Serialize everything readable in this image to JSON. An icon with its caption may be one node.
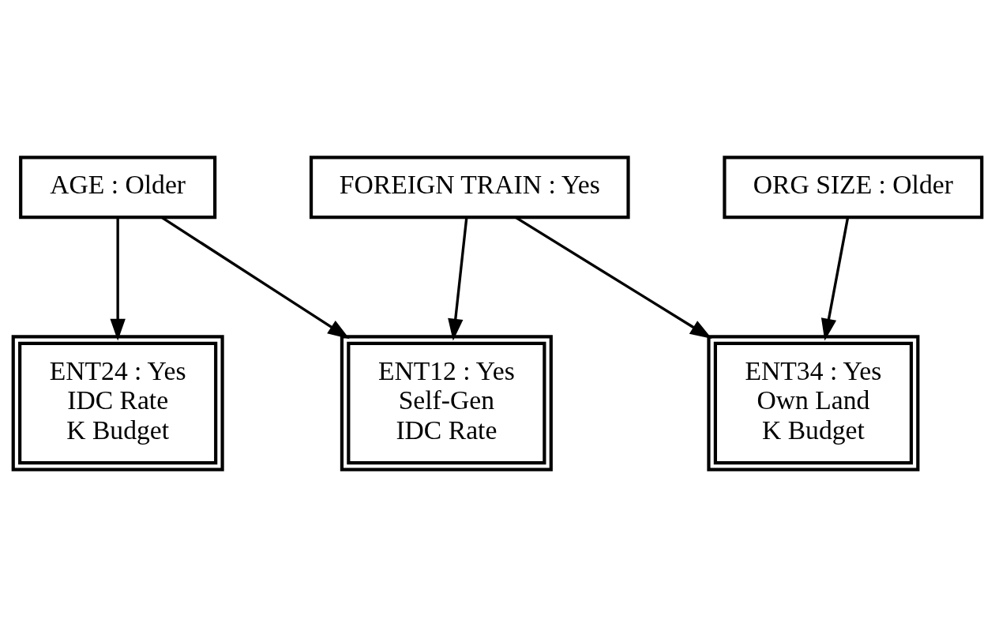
{
  "diagram": {
    "nodes": [
      {
        "text": [
          "AGE : Older"
        ]
      },
      {
        "text": [
          "ENT12 : Yes",
          "Self-Gen",
          "IDC Rate"
        ]
      },
      {
        "text": [
          "ENT24 : Yes",
          "IDC Rate",
          "K Budget"
        ]
      },
      {
        "text": [
          "ENT34 : Yes",
          "Own Land",
          "K Budget"
        ]
      },
      {
        "text": [
          "FOREIGN TRAIN : Yes"
        ]
      },
      {
        "text": [
          "ORG SIZE : Older"
        ]
      }
    ],
    "edges": [
      {
        "from": 0,
        "to": 1,
        "arrow": "to"
      },
      {
        "from": 0,
        "to": 2,
        "arrow": "to"
      },
      {
        "from": 4,
        "to": 1,
        "arrow": "to"
      },
      {
        "from": 4,
        "to": 3,
        "arrow": "to"
      },
      {
        "from": 5,
        "to": 3,
        "arrow": "to"
      }
    ]
  }
}
